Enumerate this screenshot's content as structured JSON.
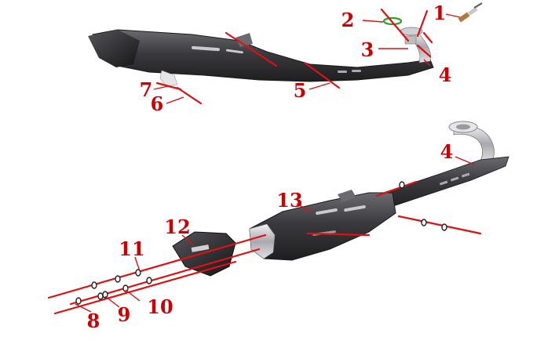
{
  "colors": {
    "callout": "#cc0000",
    "leader": "#dd1111",
    "body_dark": "#2b2b2d",
    "body_mid": "#4a4a4e",
    "body_light": "#8a8a90",
    "chrome": "#d8d8dc",
    "o_ring": "#2aa02a",
    "sensor": "#b07a3a"
  },
  "callouts": [
    {
      "id": "c1",
      "text": "1"
    },
    {
      "id": "c2",
      "text": "2"
    },
    {
      "id": "c3",
      "text": "3"
    },
    {
      "id": "c4a",
      "text": "4"
    },
    {
      "id": "c5",
      "text": "5"
    },
    {
      "id": "c6",
      "text": "6"
    },
    {
      "id": "c7",
      "text": "7"
    },
    {
      "id": "c4b",
      "text": "4"
    },
    {
      "id": "c8",
      "text": "8"
    },
    {
      "id": "c9",
      "text": "9"
    },
    {
      "id": "c10",
      "text": "10"
    },
    {
      "id": "c11",
      "text": "11"
    },
    {
      "id": "c12",
      "text": "12"
    },
    {
      "id": "c13",
      "text": "13"
    }
  ]
}
